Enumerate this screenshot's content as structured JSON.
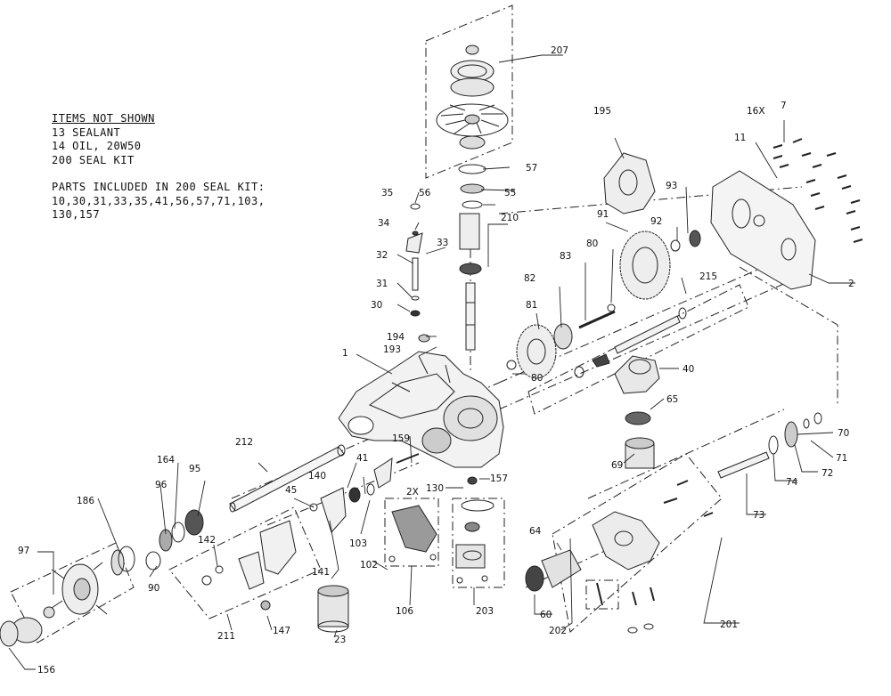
{
  "notes": {
    "heading": "ITEMS NOT SHOWN",
    "lines": [
      "13 SEALANT",
      "14 OIL, 20W50",
      "200 SEAL KIT"
    ],
    "kit_heading": "PARTS INCLUDED IN 200 SEAL KIT:",
    "kit_lines": [
      "10,30,31,33,35,41,56,57,71,103,",
      "130,157"
    ]
  },
  "callouts": {
    "c1": "1",
    "c2": "2",
    "c7": "7",
    "c16x": "16X",
    "c11": "11",
    "c23": "23",
    "c30": "30",
    "c31": "31",
    "c32": "32",
    "c33": "33",
    "c34": "34",
    "c35": "35",
    "c40": "40",
    "c41": "41",
    "c45": "45",
    "c55": "55",
    "c56": "56",
    "c57": "57",
    "c60": "60",
    "c64": "64",
    "c65": "65",
    "c69": "69",
    "c70": "70",
    "c71": "71",
    "c72": "72",
    "c73": "73",
    "c74": "74",
    "c80a": "80",
    "c80b": "80",
    "c81": "81",
    "c82": "82",
    "c83": "83",
    "c90": "90",
    "c91": "91",
    "c92": "92",
    "c93": "93",
    "c95": "95",
    "c96": "96",
    "c97": "97",
    "c102": "102",
    "c103": "103",
    "c106": "106",
    "c130": "130",
    "c2x": "2X",
    "c140": "140",
    "c141": "141",
    "c142": "142",
    "c147": "147",
    "c156": "156",
    "c157": "157",
    "c159": "159",
    "c164": "164",
    "c186": "186",
    "c193": "193",
    "c194": "194",
    "c195": "195",
    "c201": "201",
    "c202": "202",
    "c203": "203",
    "c207": "207",
    "c210": "210",
    "c211": "211",
    "c212": "212",
    "c215": "215"
  }
}
